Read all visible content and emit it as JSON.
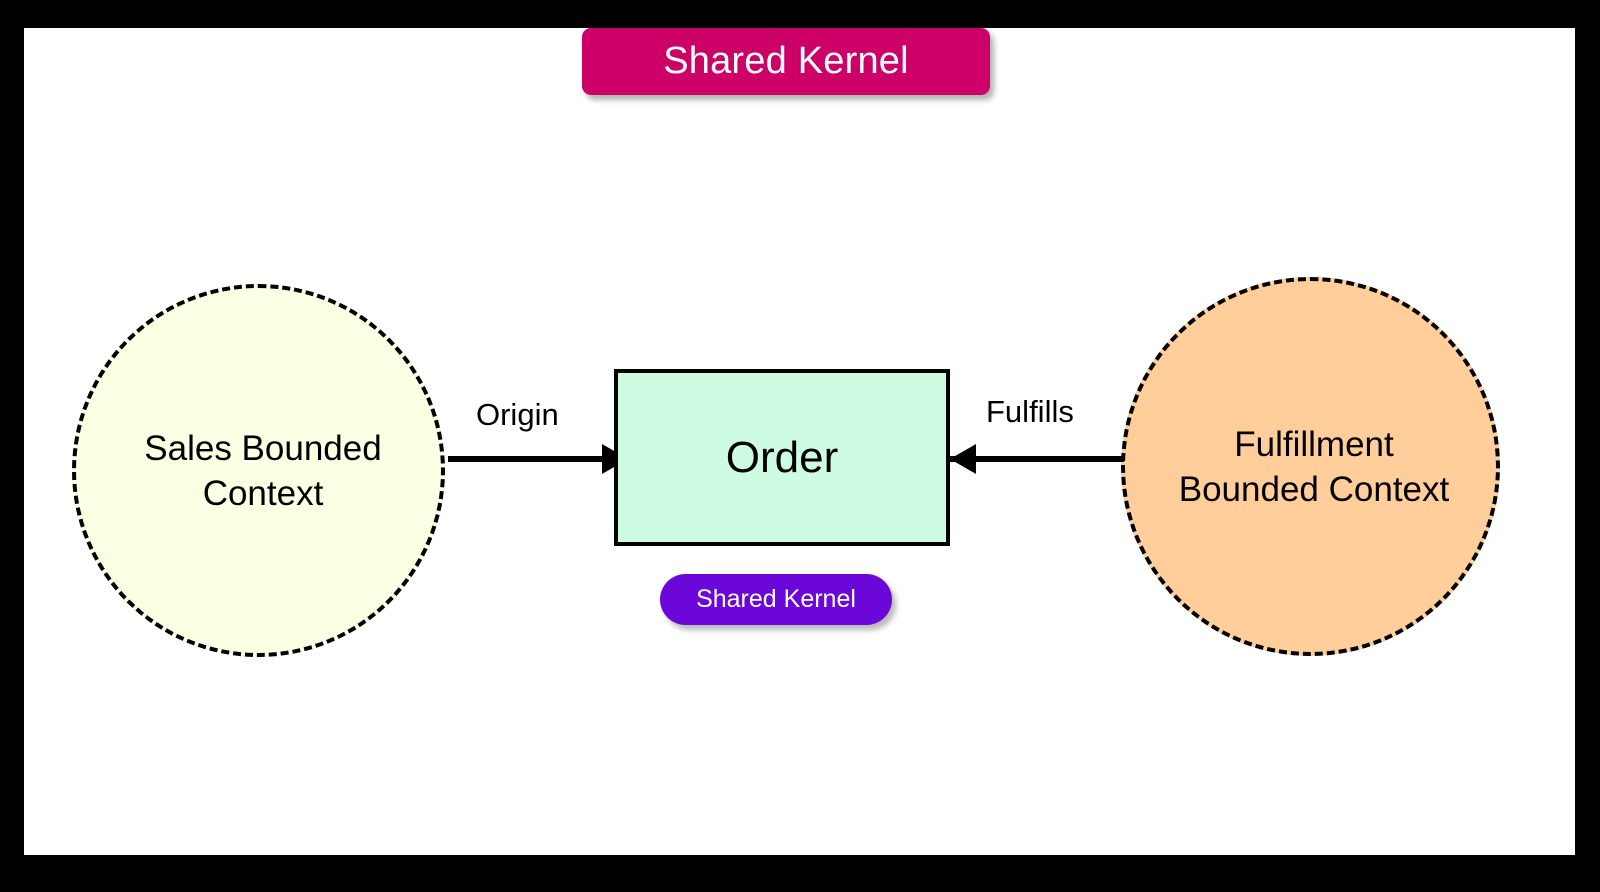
{
  "diagram": {
    "title_badge": {
      "label": "Shared Kernel",
      "color": "#CC0066",
      "text_color": "#FFFFFF"
    },
    "nodes": [
      {
        "id": "sales-context",
        "label": "Sales Bounded\nContext",
        "shape": "circle-dashed",
        "fill": "#FBFFE3",
        "stroke": "#000000"
      },
      {
        "id": "order-entity",
        "label": "Order",
        "shape": "rectangle",
        "fill": "#CEFCE2",
        "stroke": "#000000",
        "stereotype": {
          "label": "Shared Kernel",
          "color": "#6B07D9",
          "text_color": "#FFFFFF"
        }
      },
      {
        "id": "fulfillment-context",
        "label": "Fulfillment\nBounded Context",
        "shape": "circle-dashed",
        "fill": "#FFCE9A",
        "stroke": "#000000"
      }
    ],
    "edges": [
      {
        "id": "origin-edge",
        "label": "Origin",
        "from": "sales-context",
        "to": "order-entity",
        "direction": "right"
      },
      {
        "id": "fulfills-edge",
        "label": "Fulfills",
        "from": "fulfillment-context",
        "to": "order-entity",
        "direction": "left"
      }
    ],
    "canvas": {
      "background": "#FFFFFF",
      "frame_color": "#000000"
    }
  }
}
